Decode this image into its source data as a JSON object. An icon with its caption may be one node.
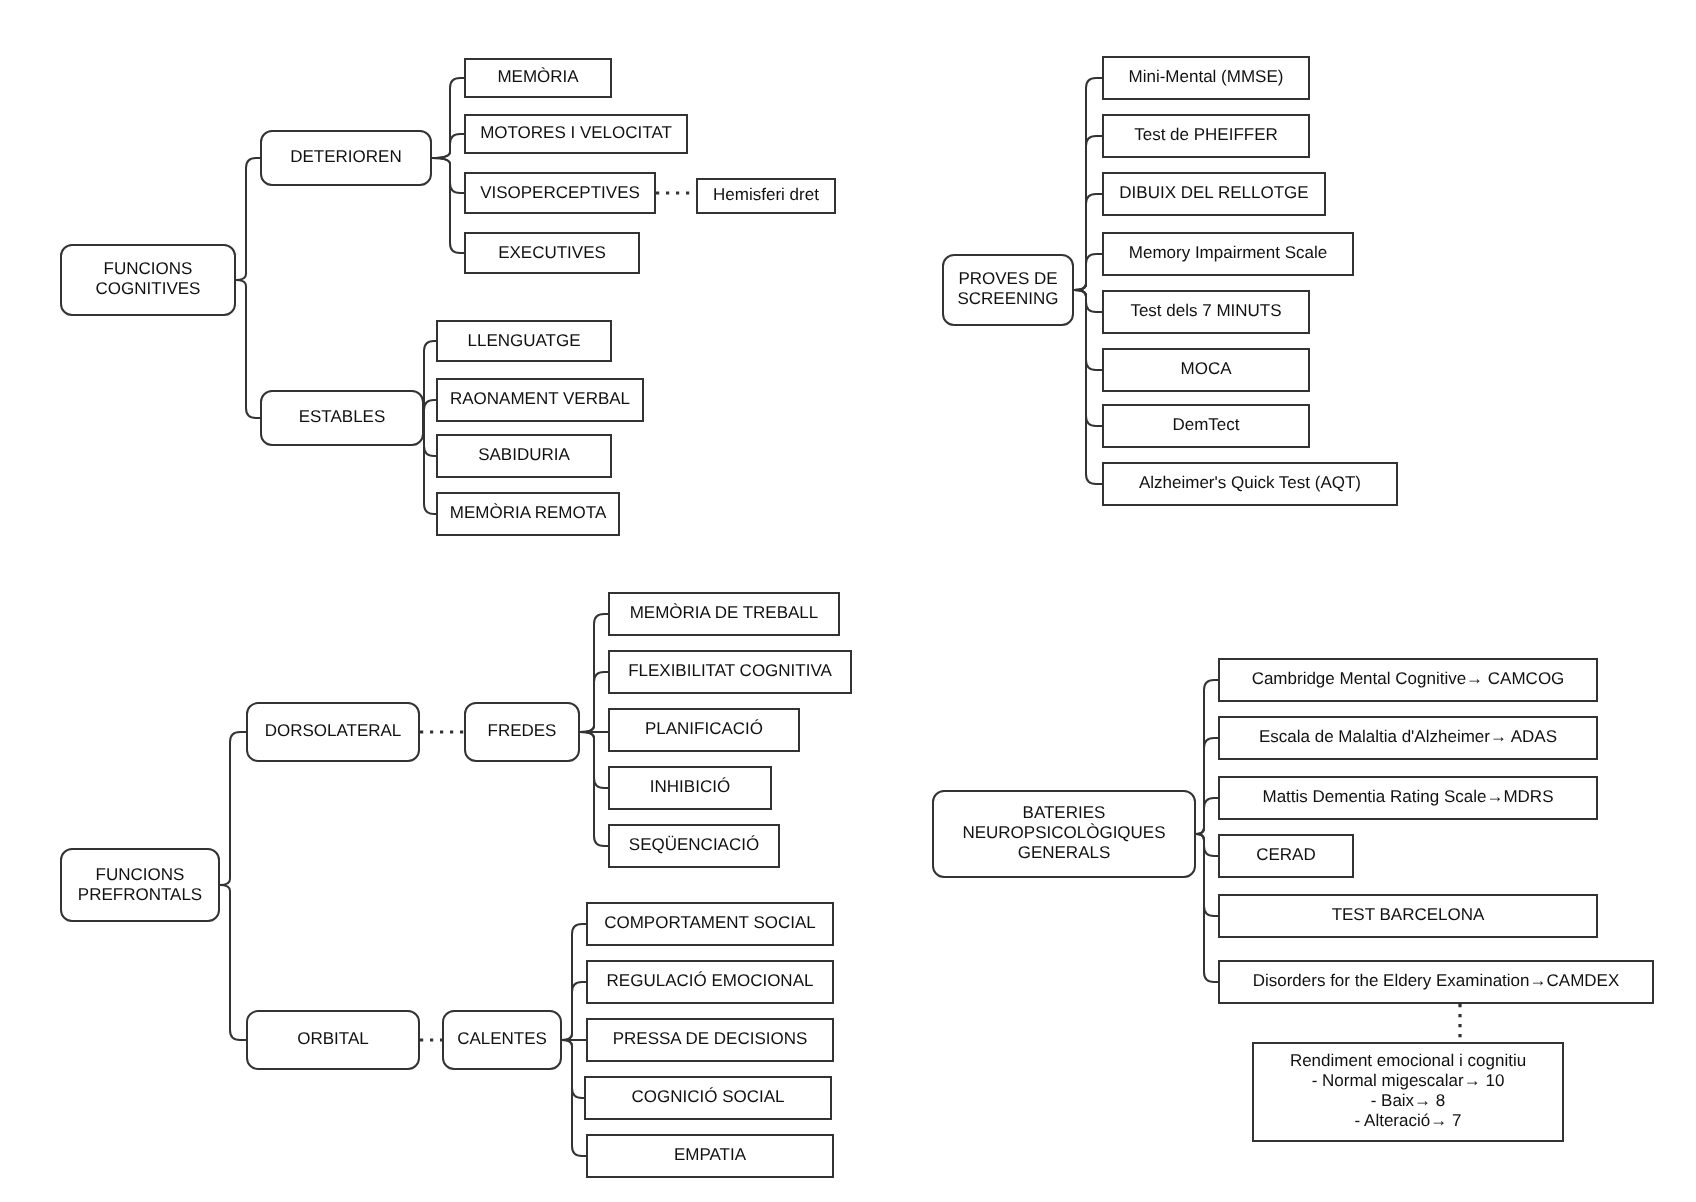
{
  "diagram": {
    "nodes": [
      {
        "text": [
          "FUNCIONS COGNITIVES"
        ]
      },
      {
        "text": [
          "DETERIOREN"
        ]
      },
      {
        "text": [
          "MEMÒRIA"
        ]
      },
      {
        "text": [
          "MOTORES I VELOCITAT"
        ]
      },
      {
        "text": [
          "VISOPERCEPTIVES"
        ]
      },
      {
        "text": [
          "EXECUTIVES"
        ]
      },
      {
        "text": [
          "Hemisferi dret"
        ]
      },
      {
        "text": [
          "ESTABLES"
        ]
      },
      {
        "text": [
          "LLENGUATGE"
        ]
      },
      {
        "text": [
          "RAONAMENT VERBAL"
        ]
      },
      {
        "text": [
          "SABIDURIA"
        ]
      },
      {
        "text": [
          "MEMÒRIA REMOTA"
        ]
      },
      {
        "text": [
          "PROVES DE SCREENING"
        ]
      },
      {
        "text": [
          "Mini-Mental (MMSE)"
        ]
      },
      {
        "text": [
          "Test de PHEIFFER"
        ]
      },
      {
        "text": [
          "DIBUIX DEL RELLOTGE"
        ]
      },
      {
        "text": [
          "Memory Impairment Scale"
        ]
      },
      {
        "text": [
          "Test dels 7 MINUTS"
        ]
      },
      {
        "text": [
          "MOCA"
        ]
      },
      {
        "text": [
          "DemTect"
        ]
      },
      {
        "text": [
          "Alzheimer's Quick Test (AQT)"
        ]
      },
      {
        "text": [
          "FUNCIONS PREFRONTALS"
        ]
      },
      {
        "text": [
          "DORSOLATERAL"
        ]
      },
      {
        "text": [
          "FREDES"
        ]
      },
      {
        "text": [
          "MEMÒRIA DE TREBALL"
        ]
      },
      {
        "text": [
          "FLEXIBILITAT COGNITIVA"
        ]
      },
      {
        "text": [
          "PLANIFICACIÓ"
        ]
      },
      {
        "text": [
          "INHIBICIÓ"
        ]
      },
      {
        "text": [
          "SEQÜENCIACIÓ"
        ]
      },
      {
        "text": [
          "ORBITAL"
        ]
      },
      {
        "text": [
          "CALENTES"
        ]
      },
      {
        "text": [
          "COMPORTAMENT SOCIAL"
        ]
      },
      {
        "text": [
          "REGULACIÓ EMOCIONAL"
        ]
      },
      {
        "text": [
          "PRESSA DE DECISIONS"
        ]
      },
      {
        "text": [
          "COGNICIÓ SOCIAL"
        ]
      },
      {
        "text": [
          "EMPATIA"
        ]
      },
      {
        "text": [
          "BATERIES NEUROPSICOLÒGIQUES GENERALS"
        ]
      },
      {
        "text": [
          "Cambridge Mental Cognitive→ CAMCOG"
        ]
      },
      {
        "text": [
          "Escala de Malaltia d'Alzheimer→ ADAS"
        ]
      },
      {
        "text": [
          "Mattis Dementia Rating Scale→MDRS"
        ]
      },
      {
        "text": [
          "CERAD"
        ]
      },
      {
        "text": [
          "TEST BARCELONA"
        ]
      },
      {
        "text": [
          "Disorders for the Eldery Examination→CAMDEX"
        ]
      },
      {
        "text": [
          "Rendiment emocional i cognitiu",
          "- Normal migescalar→ 10",
          "- Baix→ 8",
          "- Alteració→ 7"
        ]
      }
    ],
    "edges": [
      {
        "from": 0,
        "to": 1,
        "arrow": "none"
      },
      {
        "from": 0,
        "to": 7,
        "arrow": "none"
      },
      {
        "from": 1,
        "to": 2,
        "arrow": "none"
      },
      {
        "from": 1,
        "to": 3,
        "arrow": "none"
      },
      {
        "from": 1,
        "to": 4,
        "arrow": "none"
      },
      {
        "from": 1,
        "to": 5,
        "arrow": "none"
      },
      {
        "from": 4,
        "to": 6,
        "arrow": "none",
        "style": "dashed"
      },
      {
        "from": 7,
        "to": 8,
        "arrow": "none"
      },
      {
        "from": 7,
        "to": 9,
        "arrow": "none"
      },
      {
        "from": 7,
        "to": 10,
        "arrow": "none"
      },
      {
        "from": 7,
        "to": 11,
        "arrow": "none"
      },
      {
        "from": 12,
        "to": 13,
        "arrow": "none"
      },
      {
        "from": 12,
        "to": 14,
        "arrow": "none"
      },
      {
        "from": 12,
        "to": 15,
        "arrow": "none"
      },
      {
        "from": 12,
        "to": 16,
        "arrow": "none"
      },
      {
        "from": 12,
        "to": 17,
        "arrow": "none"
      },
      {
        "from": 12,
        "to": 18,
        "arrow": "none"
      },
      {
        "from": 12,
        "to": 19,
        "arrow": "none"
      },
      {
        "from": 12,
        "to": 20,
        "arrow": "none"
      },
      {
        "from": 21,
        "to": 22,
        "arrow": "none"
      },
      {
        "from": 21,
        "to": 29,
        "arrow": "none"
      },
      {
        "from": 22,
        "to": 23,
        "arrow": "none",
        "style": "dashed"
      },
      {
        "from": 23,
        "to": 24,
        "arrow": "none"
      },
      {
        "from": 23,
        "to": 25,
        "arrow": "none"
      },
      {
        "from": 23,
        "to": 26,
        "arrow": "none"
      },
      {
        "from": 23,
        "to": 27,
        "arrow": "none"
      },
      {
        "from": 23,
        "to": 28,
        "arrow": "none"
      },
      {
        "from": 29,
        "to": 30,
        "arrow": "none",
        "style": "dashed"
      },
      {
        "from": 30,
        "to": 31,
        "arrow": "none"
      },
      {
        "from": 30,
        "to": 32,
        "arrow": "none"
      },
      {
        "from": 30,
        "to": 33,
        "arrow": "none"
      },
      {
        "from": 30,
        "to": 34,
        "arrow": "none"
      },
      {
        "from": 30,
        "to": 35,
        "arrow": "none"
      },
      {
        "from": 36,
        "to": 37,
        "arrow": "none"
      },
      {
        "from": 36,
        "to": 38,
        "arrow": "none"
      },
      {
        "from": 36,
        "to": 39,
        "arrow": "none"
      },
      {
        "from": 36,
        "to": 40,
        "arrow": "none"
      },
      {
        "from": 36,
        "to": 41,
        "arrow": "none"
      },
      {
        "from": 36,
        "to": 42,
        "arrow": "none"
      },
      {
        "from": 42,
        "to": 43,
        "arrow": "none",
        "style": "dashed"
      }
    ]
  }
}
